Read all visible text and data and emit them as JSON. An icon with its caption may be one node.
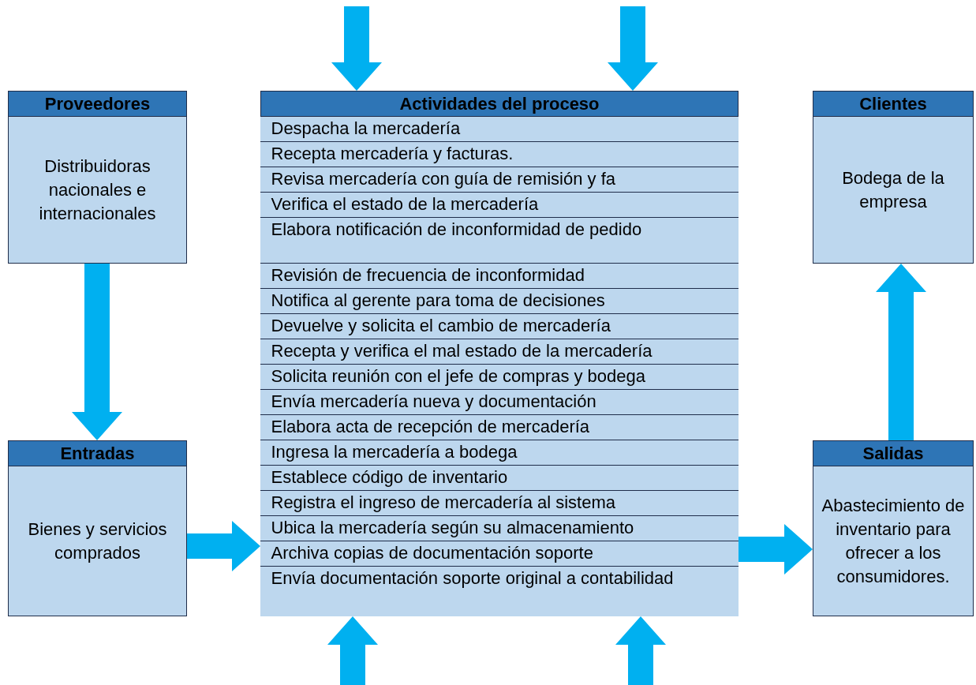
{
  "diagram": {
    "nodes": [
      {
        "text": [
          "Proveedores",
          "Distribuidoras nacionales e internacionales"
        ]
      },
      {
        "text": [
          "Actividades del proceso"
        ]
      },
      {
        "text": [
          "Despacha la mercadería"
        ],
        "in": 1
      },
      {
        "text": [
          "Recepta mercadería y facturas."
        ],
        "in": 1
      },
      {
        "text": [
          "Revisa mercadería con guía de remisión y fa"
        ],
        "in": 1
      },
      {
        "text": [
          "Verifica el estado de la mercadería"
        ],
        "in": 1
      },
      {
        "text": [
          "Elabora notificación de inconformidad de pedido"
        ],
        "in": 1
      },
      {
        "text": [
          "Revisión de frecuencia de inconformidad"
        ],
        "in": 1
      },
      {
        "text": [
          "Notifica al gerente para toma de decisiones"
        ],
        "in": 1
      },
      {
        "text": [
          "Devuelve y solicita el cambio de mercadería"
        ],
        "in": 1
      },
      {
        "text": [
          "Recepta y verifica el mal estado de la mercadería"
        ],
        "in": 1
      },
      {
        "text": [
          "Solicita reunión con el jefe de compras y bodega"
        ],
        "in": 1
      },
      {
        "text": [
          "Envía mercadería nueva y documentación"
        ],
        "in": 1
      },
      {
        "text": [
          "Elabora acta de recepción de mercadería"
        ],
        "in": 1
      },
      {
        "text": [
          "Ingresa la mercadería a bodega"
        ],
        "in": 1
      },
      {
        "text": [
          "Establece código de inventario"
        ],
        "in": 1
      },
      {
        "text": [
          "Registra el ingreso de mercadería al sistema"
        ],
        "in": 1
      },
      {
        "text": [
          "Ubica la mercadería según su almacenamiento"
        ],
        "in": 1
      },
      {
        "text": [
          "Archiva copias de documentación soporte"
        ],
        "in": 1
      },
      {
        "text": [
          "Envía documentación soporte original a contabilidad"
        ],
        "in": 1
      },
      {
        "text": [
          "Clientes",
          "Bodega de la empresa"
        ]
      },
      {
        "text": [
          "Entradas",
          "Bienes y servicios comprados"
        ]
      },
      {
        "text": [
          "Salidas",
          "Abastecimiento de inventario para ofrecer a los consumidores."
        ]
      }
    ],
    "edges": [
      {
        "from": null,
        "to": 1,
        "arrow": "to"
      },
      {
        "from": null,
        "to": 1,
        "arrow": "to"
      },
      {
        "from": 0,
        "to": 21,
        "arrow": "to"
      },
      {
        "from": 22,
        "to": 20,
        "arrow": "to"
      },
      {
        "from": 21,
        "to": 1,
        "arrow": "to"
      },
      {
        "from": 1,
        "to": 22,
        "arrow": "to"
      },
      {
        "from": null,
        "to": 1,
        "arrow": "to"
      },
      {
        "from": null,
        "to": 1,
        "arrow": "to"
      }
    ]
  }
}
